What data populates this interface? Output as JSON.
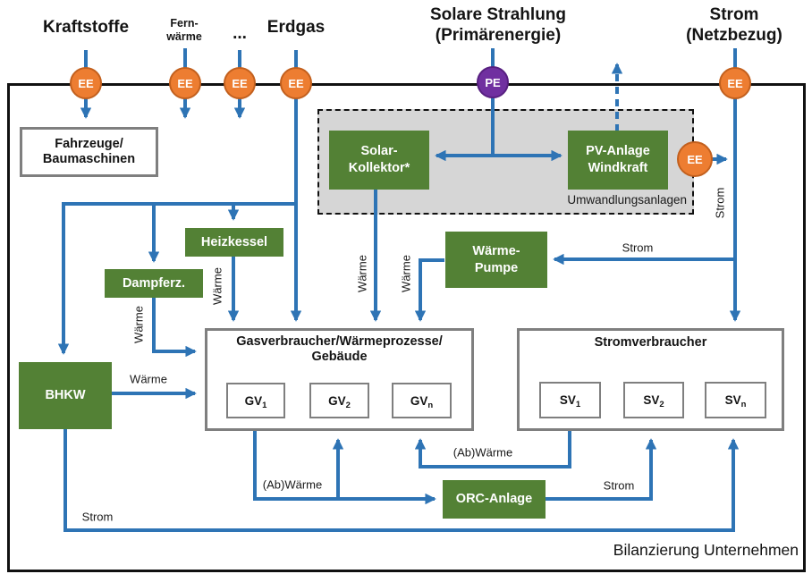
{
  "headers": {
    "kraftstoffe": "Kraftstoffe",
    "fernwaerme1": "Fern-",
    "fernwaerme2": "wärme",
    "dots": "...",
    "erdgas": "Erdgas",
    "solar1": "Solare Strahlung",
    "solar2": "(Primärenergie)",
    "netz1": "Strom",
    "netz2": "(Netzbezug)"
  },
  "nodes": {
    "kraftstoffe_ee": "EE",
    "fernwaerme_ee": "EE",
    "dots_ee": "EE",
    "erdgas_ee": "EE",
    "pe": "PE",
    "netz_ee": "EE",
    "pv_ee": "EE"
  },
  "plants": {
    "solarkollektor": {
      "line1": "Solar-",
      "line2": "Kollektor*"
    },
    "pv": {
      "line1": "PV-Anlage",
      "line2": "Windkraft"
    },
    "heizkessel": {
      "label": "Heizkessel"
    },
    "dampferz": {
      "label": "Dampferz."
    },
    "waermepumpe": {
      "line1": "Wärme-",
      "line2": "Pumpe"
    },
    "bhkw": {
      "label": "BHKW"
    },
    "orc": {
      "label": "ORC-Anlage"
    }
  },
  "consumers": {
    "fahrzeuge": {
      "line1": "Fahrzeuge/",
      "line2": "Baumaschinen"
    },
    "gasverbraucher": {
      "title1": "Gasverbraucher/Wärmeprozesse/",
      "title2": "Gebäude",
      "units": [
        {
          "name": "GV",
          "sub": "1"
        },
        {
          "name": "GV",
          "sub": "2"
        },
        {
          "name": "GV",
          "sub": "n"
        }
      ]
    },
    "stromverbraucher": {
      "title": "Stromverbraucher",
      "units": [
        {
          "name": "SV",
          "sub": "1"
        },
        {
          "name": "SV",
          "sub": "2"
        },
        {
          "name": "SV",
          "sub": "n"
        }
      ]
    }
  },
  "flow_labels": {
    "heizkessel_waerme": "Wärme",
    "dampferz_waerme": "Wärme",
    "solar_waerme": "Wärme",
    "wp_waerme": "Wärme",
    "bhkw_waerme": "Wärme",
    "netz_strom_vertical": "Strom",
    "wp_strom": "Strom",
    "bhkw_strom": "Strom",
    "orc_strom": "Strom",
    "gv_abwaerme": "(Ab)Wärme",
    "sv_abwaerme": "(Ab)Wärme"
  },
  "regions": {
    "umwandlung": "Umwandlungsanlagen",
    "bilanzierung": "Bilanzierung Unternehmen"
  },
  "colors": {
    "arrow_blue": "#2E74B5",
    "plant_green": "#538135",
    "node_orange": "#ED7D31",
    "node_purple": "#7030A0",
    "region_gray": "#D6D6D6",
    "box_border_gray": "#7F7F7F"
  }
}
